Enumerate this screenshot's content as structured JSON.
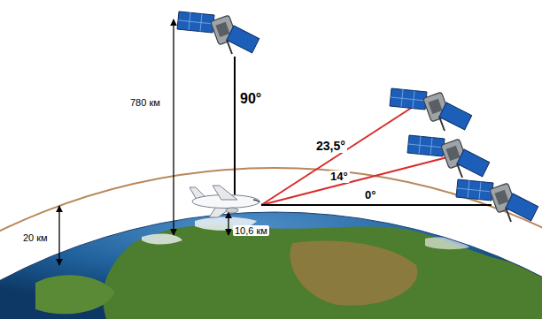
{
  "diagram": {
    "labels": [
      "780 км",
      "90°",
      "23,5°",
      "14°",
      "0°",
      "20 км",
      "10,6 км"
    ]
  }
}
